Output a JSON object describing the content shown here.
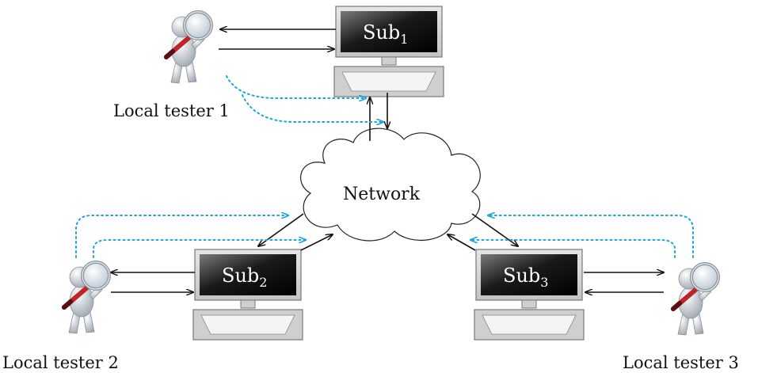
{
  "diagram": {
    "network_label": "Network",
    "subsystems": [
      {
        "name": "Sub",
        "index": "1"
      },
      {
        "name": "Sub",
        "index": "2"
      },
      {
        "name": "Sub",
        "index": "3"
      }
    ],
    "testers": [
      {
        "label": "Local tester 1"
      },
      {
        "label": "Local tester 2"
      },
      {
        "label": "Local tester 3"
      }
    ],
    "colors": {
      "arrow": "#111111",
      "dotted_arrow": "#1aa6de",
      "monitor_frame": "#d4d4d4",
      "screen_dark": "#111111",
      "tester_body": "#d8dde2",
      "magnifier_handle": "#c0242b"
    }
  }
}
